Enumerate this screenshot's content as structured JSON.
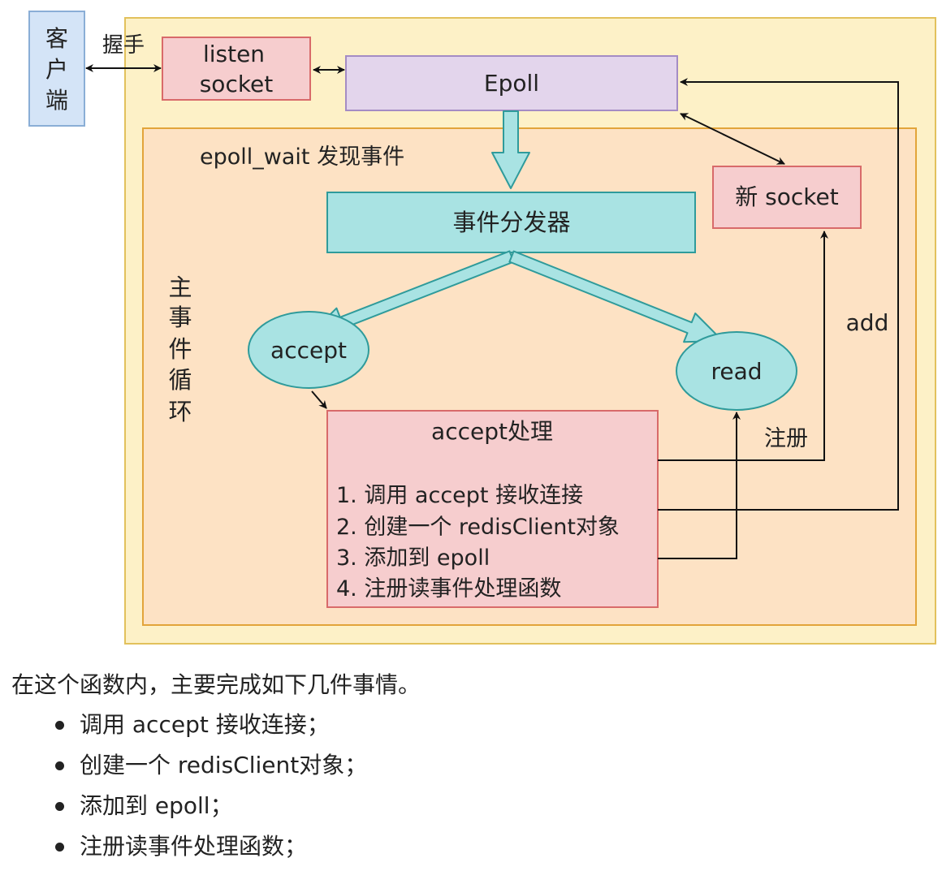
{
  "diagram": {
    "client": [
      "客",
      "户",
      "端"
    ],
    "handshake": "握手",
    "listen_socket": [
      "listen",
      "socket"
    ],
    "epoll": "Epoll",
    "epoll_wait": "epoll_wait 发现事件",
    "dispatcher": "事件分发器",
    "new_socket": "新 socket",
    "main_loop": [
      "主",
      "事",
      "件",
      "循",
      "环"
    ],
    "accept": "accept",
    "read": "read",
    "add": "add",
    "register": "注册",
    "accept_handler": {
      "title": "accept处理",
      "steps": [
        "1. 调用 accept 接收连接",
        "2. 创建一个 redisClient对象",
        "3. 添加到 epoll",
        "4. 注册读事件处理函数"
      ]
    }
  },
  "text": {
    "intro": "在这个函数内，主要完成如下几件事情。",
    "bullets": [
      "调用 accept 接收连接；",
      "创建一个 redisClient对象；",
      "添加到 epoll；",
      "注册读事件处理函数；"
    ]
  },
  "colors": {
    "outer_bg": "#fdf1c7",
    "outer_border": "#e2c15c",
    "inner_bg": "#fde2c4",
    "inner_border": "#e2a43a",
    "client_bg": "#d4e4f7",
    "client_border": "#8aaed6",
    "red_bg": "#f6cdce",
    "red_border": "#d86a6a",
    "epoll_bg": "#e3d5ec",
    "epoll_border": "#a48cc4",
    "teal_bg": "#a9e3e3",
    "teal_border": "#2f9b9b"
  }
}
